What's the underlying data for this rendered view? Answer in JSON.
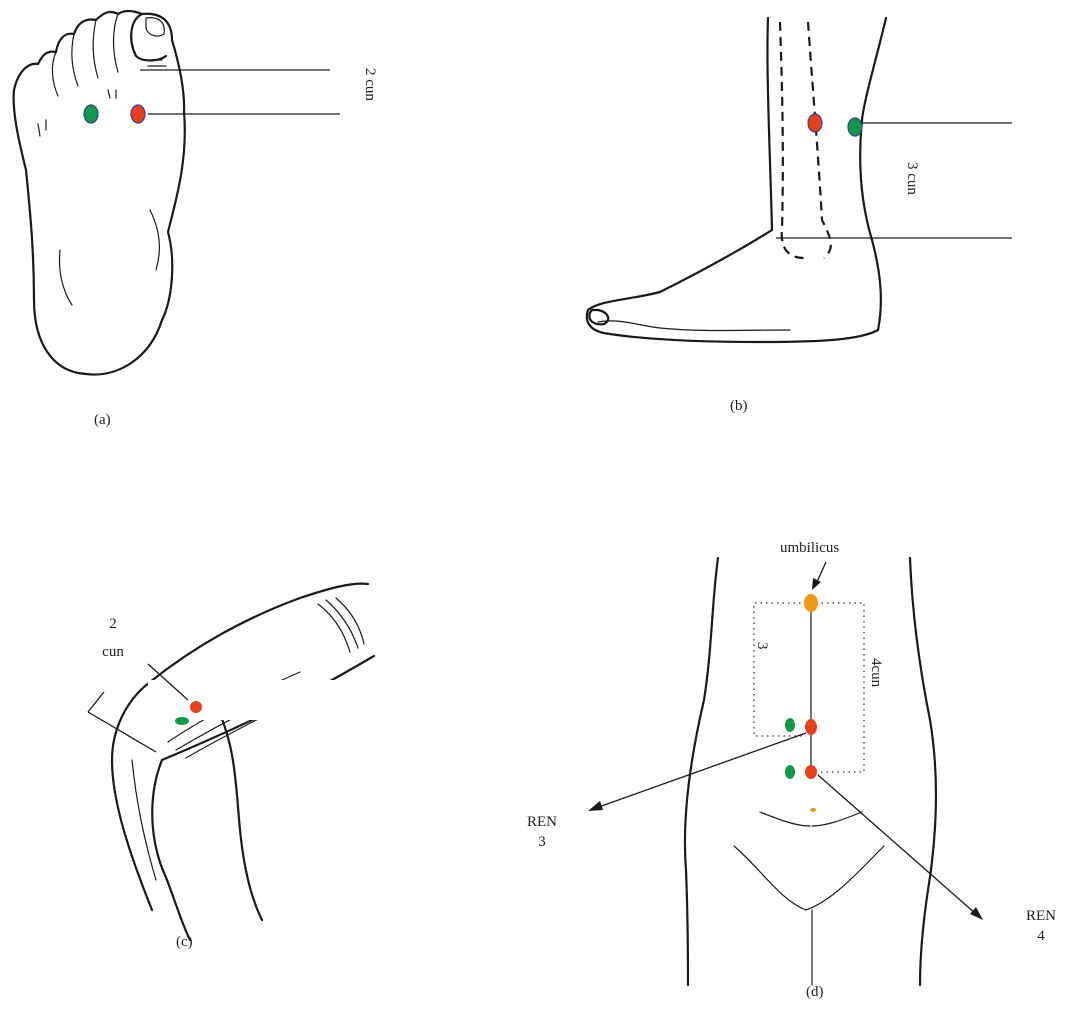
{
  "panels": {
    "a": {
      "caption": "(a)",
      "distance_label": "2 cun"
    },
    "b": {
      "caption": "(b)",
      "distance_label": "3 cun"
    },
    "c": {
      "caption": "(c)",
      "distance_label_line1": "2",
      "distance_label_line2": "cun"
    },
    "d": {
      "caption": "(d)",
      "umbilicus_label": "umbilicus",
      "left_distance_label": "3",
      "right_distance_label": "4cun",
      "ren3_line1": "REN",
      "ren3_line2": "3",
      "ren4_line1": "REN",
      "ren4_line2": "4"
    }
  },
  "colors": {
    "point_red": "#e8401c",
    "point_green": "#0f9a4a",
    "point_orange": "#f39318",
    "point_stroke": "#3a3f8f"
  }
}
